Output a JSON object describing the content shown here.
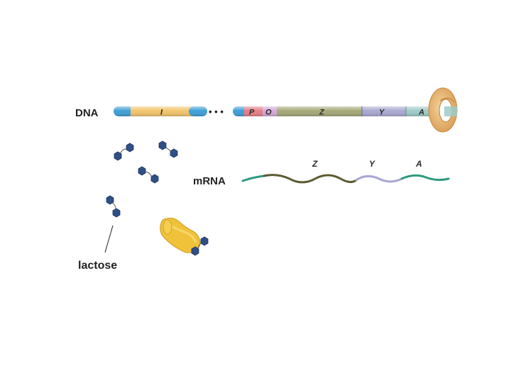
{
  "labels": {
    "dna": "DNA",
    "mrna": "mRNA",
    "lactose": "lactose"
  },
  "genes": {
    "i": "I",
    "p": "P",
    "o": "O",
    "z": "Z",
    "y": "Y",
    "a": "A"
  },
  "mrna_genes": {
    "z": "Z",
    "y": "Y",
    "a": "A"
  },
  "colors": {
    "i_gene": "#f2c46b",
    "p_region": "#e57e86",
    "o_region": "#d3a8d8",
    "z_gene": "#a5a878",
    "y_gene": "#a9a8d1",
    "a_gene": "#9fcac8",
    "dna_cap": "#3f9fd6",
    "mrna_z": "#5b5a32",
    "mrna_y": "#a9a6d3",
    "mrna_a": "#2f9a80",
    "lactose": "#2f4f86",
    "repressor": "#f0c23a",
    "polymerase": "#e9bf7e"
  },
  "ellipsis": "• • •"
}
